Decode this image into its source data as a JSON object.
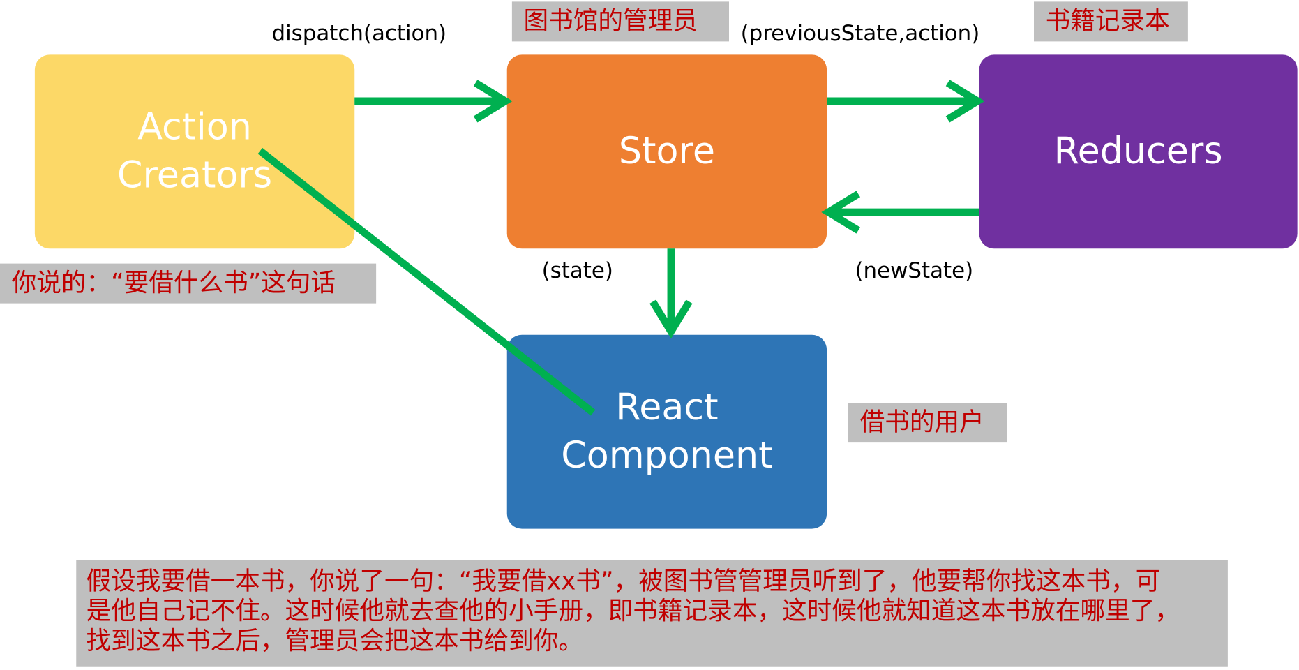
{
  "nodes": {
    "action_creators": "Action\nCreators",
    "store": "Store",
    "reducers": "Reducers",
    "react_component": "React\nComponent"
  },
  "edge_labels": {
    "dispatch": "dispatch(action)",
    "previous_state": "(previousState,action)",
    "new_state": "(newState)",
    "state": "(state)"
  },
  "notes": {
    "librarian": "图书馆的管理员",
    "record_book": "书籍记录本",
    "you_say": "你说的：“要借什么书”这句话",
    "borrower": "借书的用户",
    "description": [
      "假设我要借一本书，你说了一句：“我要借xx书”，被图书管管理员听到了，他要帮你找这本书，可",
      "是他自己记不住。这时候他就去查他的小手册，即书籍记录本，这时候他就知道这本书放在哪里了，",
      "找到这本书之后，管理员会把这本书给到你。"
    ]
  },
  "colors": {
    "action_creators": "#FCD867",
    "store": "#EE7F31",
    "reducers": "#7030A0",
    "react_component": "#2E75B6",
    "arrow": "#00B050",
    "note_bg": "#BFBFBF",
    "note_text": "#C00000"
  }
}
